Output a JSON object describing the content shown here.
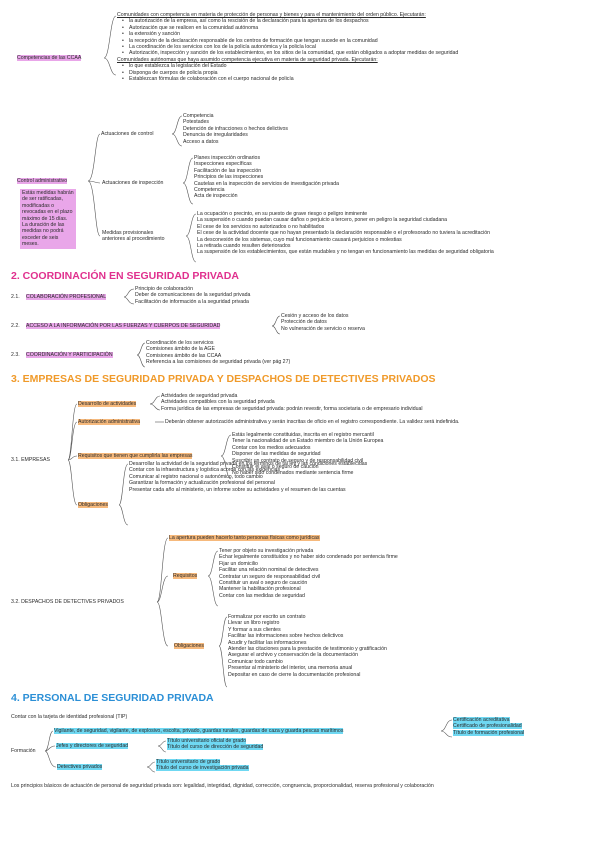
{
  "s1": {
    "competencias_label": "Competencias de las CCAA",
    "con_competencia_title": "Comunidades con competencia en materia de protección de personas y bienes y para el mantenimiento del orden público. Ejecutarán:",
    "con_competencia_items": [
      "la autorización de la empresa, así como la rescisión de la declaración para la apertura de los despachos",
      "Autorización que se realicen en la comunidad autónoma",
      "la extensión y sanción",
      "la recepción de la declaración responsable de los centros de formación que tengan sucede en la comunidad",
      "La coordinación de los servicios con los de la policía autonómica y la policía local",
      "Autorización, inspección y sanción de los establecimientos, en los sitios de la comunidad, que están obligados a adoptar medidas de seguridad"
    ],
    "sin_competencia_title": "Comunidades autónomas que haya asumido competencia ejecutiva en materia de seguridad privada. Ejecutarán:",
    "sin_competencia_items": [
      "lo que establezca la legislación del Estado",
      "Disponga de cuerpos de policía propia",
      "Establezcan fórmulas de colaboración con el cuerpo nacional de policía"
    ],
    "control_label": "Control administrativo",
    "control_note": "Estás medidas habrán de ser ratificadas, modificadas o revocadas en el plazo máximo de 15 días. La duración de las medidas no podrá exceder de seis meses.",
    "actuaciones_control_label": "Actuaciones de control",
    "actuaciones_control_items": [
      "Competencia",
      "Potestades",
      "Detención de infracciones o hechos delictivos",
      "Denuncia de irregularidades",
      "Acceso a datos"
    ],
    "actuaciones_inspeccion_label": "Actuaciones de inspección",
    "actuaciones_inspeccion_items": [
      "Planes inspección ordinarios",
      "Inspecciones específicas",
      "Facilitación de las inspección",
      "Principios de las inspecciones",
      "Cautelas en la inspección de servicios de investigación privada",
      "Competencia",
      "Acta de inspección"
    ],
    "medidas_label_1": "Medidas provisionales",
    "medidas_label_2": "anteriores al procedimiento",
    "medidas_items": [
      "La ocupación o precinto, en su puesto de grave riesgo o peligro inminente",
      "La suspensión o cuando puedan causar daños o perjuicio a tercero, poner en peligro la seguridad ciudadana",
      "El cese de los servicios no autorizados o no habilitados",
      "El cese de la actividad docente que no hayan presentado la declaración responsable o el profesorado no tuviera la acreditación",
      "La desconexión de los sistemas, cuyo mal funcionamiento causará perjuicios o molestias",
      "La retirada cuando resulten deteriorados",
      "La suspensión de los establecimientos, que están mudables y no tengan en funcionamiento las medidas de seguridad obligatoria"
    ]
  },
  "s2": {
    "heading": "2. COORDINACIÓN EN SEGURIDAD PRIVADA",
    "c21_num": "2.1.",
    "c21_label": "COLABORACIÓN PROFESIONAL",
    "c21_items": [
      "Principio de colaboración",
      "Deber de comunicaciones de la seguridad privada",
      "Facilitación de información a la seguridad privada"
    ],
    "c22_num": "2.2.",
    "c22_label": "ACCESO A LA INFORMACIÓN POR LAS FUERZAS Y CUERPOS DE SEGURIDAD",
    "c22_items": [
      "Cesión y acceso de los datos",
      "Protección de datos",
      "No vulneración de servicio o reserva"
    ],
    "c23_num": "2.3.",
    "c23_label": "COORDINACIÓN Y PARTICIPACIÓN",
    "c23_items": [
      "Coordinación de los servicios",
      "Comisiones ámbito de la AGE",
      "Comisiones ámbito de las CCAA",
      "Referencia a las comisiones de seguridad privada (ver pág 27)"
    ]
  },
  "s3": {
    "heading": "3. EMPRESAS DE SEGURIDAD PRIVADA Y DESPACHOS DE DETECTIVES PRIVADOS",
    "empresas_label": "3.1. EMPRESAS",
    "desarrollo_label": "Desarrollo de actividades",
    "desarrollo_items": [
      "Actividades de seguridad privada",
      "Actividades compatibles con la seguridad privada",
      "Forma jurídica de las empresas de seguridad privada: podrán revestir, forma societaria o de empresario individual"
    ],
    "autorizacion_label": "Autorización administrativa",
    "autorizacion_text": "Deberán obtener autorización administrativa y serán inscritas de oficio en el registro correspondiente. La validez será indefinida.",
    "requisitos_label": "Requisitos que tienen que cumplirla las empresas",
    "requisitos_items": [
      "Estás legalmente constituidas, inscrita en el registro mercantil",
      "Tener la nacionalidad de un Estado miembro de la Unión Europea",
      "Contar con los medios adecuados",
      "Disponer de las medidas de seguridad",
      "Suscribir un contrato de seguro y de responsabilidad civil",
      "Constituir el aval o seguro de caución",
      "No haber sido condenados mediante sentencia firme"
    ],
    "obligaciones_label": "Obligaciones",
    "obligaciones_items": [
      "Desarrollar la actividad de la seguridad privada en los términos de tal ley y las condiciones establecidas",
      "Contar con la infraestructura y logística acorde con las exigencias",
      "Comunicar al registro nacional o autonómico, todo cambio",
      "Garantizar la formación y actualización profesional del personal",
      "Presentar cada año al ministerio, un informe sobre su actividades y el resumen de las cuentas"
    ],
    "despachos_label": "3.2. DESPACHOS DE DETECTIVES PRIVADOS",
    "apertura_text": "La apertura pueden hacerlo tanto personas físicas como jurídicas",
    "desp_requisitos_label": "Requisitos",
    "desp_requisitos_items": [
      "Tener por objeto su investigación privada",
      "Echar legalmente constituidos y no haber sido condenado por sentencia firme",
      "Fijar un domicilio",
      "Facilitar una relación nominal de detectives",
      "Contratar un seguro de responsabilidad civil",
      "Constituir un aval o seguro de caución",
      "Mantener la habilitación profesional",
      "Contar con las medidas de seguridad"
    ],
    "desp_obligaciones_label": "Obligaciones",
    "desp_obligaciones_items": [
      "Formalizar por escrito un contrato",
      "Llevar un libro registro",
      "Y formar a sus clientes",
      "Facilitar las informaciones sobre hechos delictivos",
      "Acudir y facilitar las informaciones",
      "Atender las citaciones para la prestación de testimonio y gratificación",
      "Asegurar el archivo y conservación de la documentación",
      "Comunicar todo cambio",
      "Presentar al ministerio del interior, una memoria anual",
      "Depositar en caso de cierre la documentación profesional"
    ]
  },
  "s4": {
    "heading": "4. PERSONAL DE SEGURIDAD PRIVADA",
    "tip_text": "Contar con la tarjeta de identidad profesional (TIP)",
    "formacion_label": "Formación",
    "vigilantes_label": "Vigilante, de seguridad, vigilante, de explosivo, escolta, privado, guardas rurales, guardas de caza y guarda pescas marítimos",
    "vigilantes_items": [
      "Certificación acreditativa",
      "Certificado de profesionalidad",
      "Título de formación profesional"
    ],
    "jefes_label": "Jefes y directores de seguridad",
    "jefes_items": [
      "Título universitario oficial de grado",
      "Título del curso de dirección de seguridad"
    ],
    "detectives_label": "Detectives privados",
    "detectives_items": [
      "Título universitario de grado",
      "Título del curso de investigación privada"
    ],
    "principios_text": "Los principios básicos de actuación de personal de seguridad privada son: legalidad, integridad, dignidad, corrección, congruencia, proporcionalidad, reserva profesional y colaboración"
  }
}
